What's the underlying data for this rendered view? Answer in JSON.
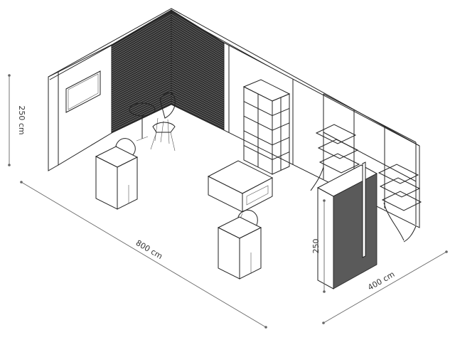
{
  "dimensions": {
    "height_label": "250 cm",
    "length_label": "800 cm",
    "depth_label": "400 cm",
    "partition_label": "250"
  },
  "colors": {
    "line": "#222222",
    "slat": "#2f2f2f",
    "dimension": "#666666"
  }
}
